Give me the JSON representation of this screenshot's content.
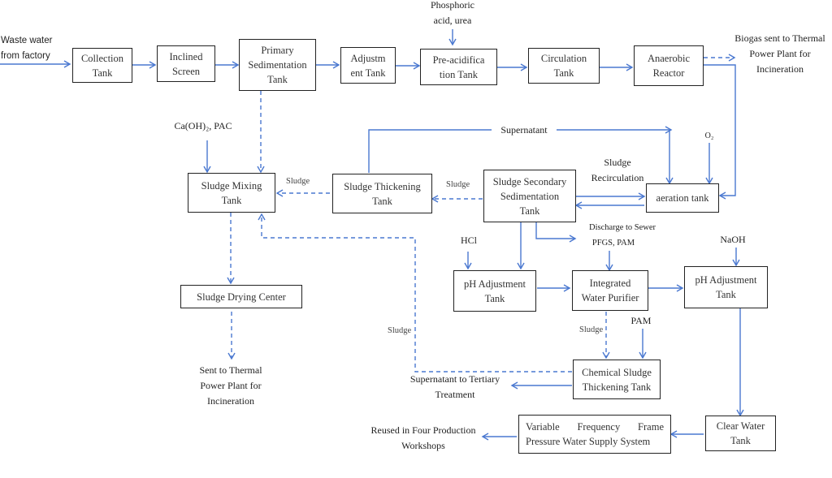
{
  "diagram": {
    "type": "process-flow",
    "nodes": {
      "collection_tank": "Collection\nTank",
      "inclined_screen": "Inclined\nScreen",
      "primary_sedimentation_tank": "Primary\nSedimentation\nTank",
      "adjustment_tank": "Adjustm\nent Tank",
      "pre_acidification_tank": "Pre-acidifica\ntion Tank",
      "circulation_tank": "Circulation\nTank",
      "anaerobic_reactor": "Anaerobic\nReactor",
      "sludge_mixing_tank": "Sludge Mixing\nTank",
      "sludge_thickening_tank": "Sludge Thickening\nTank",
      "sludge_secondary_sedimentation_tank": "Sludge Secondary\nSedimentation\nTank",
      "aeration_tank": "aeration tank",
      "sludge_drying_center": "Sludge Drying Center",
      "ph_adjustment_tank_1": "pH Adjustment\nTank",
      "integrated_water_purifier": "Integrated\nWater Purifier",
      "ph_adjustment_tank_2": "pH Adjustment\nTank",
      "chemical_sludge_thickening_tank": "Chemical Sludge\nThickening Tank",
      "clear_water_tank": "Clear Water\nTank",
      "vfd_water_supply_system": "Variable Frequency Frame Pressure Water Supply System"
    },
    "labels": {
      "waste_water_input": "Waste water\nfrom factory",
      "phosphoric_acid_urea": "Phosphoric\nacid, urea",
      "biogas_output": "Biogas sent to Thermal\nPower Plant for\nIncineration",
      "caoh2_pac": "Ca(OH)₂, PAC",
      "supernatant": "Supernatant",
      "o2": "O₂",
      "sludge_recirculation": "Sludge\nRecirculation",
      "sludge_1": "Sludge",
      "sludge_2": "Sludge",
      "sludge_3": "Sludge",
      "sludge_4": "Sludge",
      "hcl": "HCl",
      "discharge_to_sewer": "Discharge to Sewer",
      "pfgs_pam": "PFGS, PAM",
      "naoh": "NaOH",
      "pam": "PAM",
      "sludge_drying_output": "Sent to Thermal\nPower Plant for\nIncineration",
      "supernatant_tertiary": "Supernatant to Tertiary\nTreatment",
      "reused_output": "Reused in Four Production\nWorkshops"
    },
    "edges": [
      {
        "from": "waste_water_input",
        "to": "collection_tank",
        "style": "solid"
      },
      {
        "from": "collection_tank",
        "to": "inclined_screen",
        "style": "solid"
      },
      {
        "from": "inclined_screen",
        "to": "primary_sedimentation_tank",
        "style": "solid"
      },
      {
        "from": "primary_sedimentation_tank",
        "to": "adjustment_tank",
        "style": "solid"
      },
      {
        "from": "adjustment_tank",
        "to": "pre_acidification_tank",
        "style": "solid"
      },
      {
        "from": "phosphoric_acid_urea",
        "to": "pre_acidification_tank",
        "style": "solid"
      },
      {
        "from": "pre_acidification_tank",
        "to": "circulation_tank",
        "style": "solid"
      },
      {
        "from": "circulation_tank",
        "to": "anaerobic_reactor",
        "style": "solid"
      },
      {
        "from": "anaerobic_reactor",
        "to": "biogas_output",
        "style": "dashed"
      },
      {
        "from": "anaerobic_reactor",
        "to": "aeration_tank",
        "style": "solid"
      },
      {
        "from": "primary_sedimentation_tank",
        "to": "sludge_mixing_tank",
        "style": "dashed"
      },
      {
        "from": "caoh2_pac",
        "to": "sludge_mixing_tank",
        "style": "solid"
      },
      {
        "from": "sludge_thickening_tank",
        "to": "sludge_mixing_tank",
        "style": "dashed",
        "label": "Sludge"
      },
      {
        "from": "sludge_thickening_tank",
        "to": "aeration_tank",
        "style": "solid",
        "label": "Supernatant"
      },
      {
        "from": "o2",
        "to": "aeration_tank",
        "style": "solid"
      },
      {
        "from": "sludge_secondary_sedimentation_tank",
        "to": "sludge_thickening_tank",
        "style": "dashed",
        "label": "Sludge"
      },
      {
        "from": "sludge_secondary_sedimentation_tank",
        "to": "aeration_tank",
        "style": "solid",
        "label": "Sludge Recirculation"
      },
      {
        "from": "aeration_tank",
        "to": "sludge_secondary_sedimentation_tank",
        "style": "solid"
      },
      {
        "from": "sludge_secondary_sedimentation_tank",
        "to": "discharge_to_sewer",
        "style": "solid"
      },
      {
        "from": "sludge_secondary_sedimentation_tank",
        "to": "ph_adjustment_tank_1",
        "style": "solid"
      },
      {
        "from": "sludge_mixing_tank",
        "to": "sludge_drying_center",
        "style": "dashed"
      },
      {
        "from": "sludge_drying_center",
        "to": "sludge_drying_output",
        "style": "dashed"
      },
      {
        "from": "hcl",
        "to": "ph_adjustment_tank_1",
        "style": "solid"
      },
      {
        "from": "ph_adjustment_tank_1",
        "to": "integrated_water_purifier",
        "style": "solid"
      },
      {
        "from": "pfgs_pam",
        "to": "integrated_water_purifier",
        "style": "solid"
      },
      {
        "from": "integrated_water_purifier",
        "to": "ph_adjustment_tank_2",
        "style": "solid"
      },
      {
        "from": "naoh",
        "to": "ph_adjustment_tank_2",
        "style": "solid"
      },
      {
        "from": "integrated_water_purifier",
        "to": "chemical_sludge_thickening_tank",
        "style": "dashed",
        "label": "Sludge"
      },
      {
        "from": "pam",
        "to": "chemical_sludge_thickening_tank",
        "style": "solid"
      },
      {
        "from": "chemical_sludge_thickening_tank",
        "to": "sludge_mixing_tank",
        "style": "dashed",
        "label": "Sludge"
      },
      {
        "from": "chemical_sludge_thickening_tank",
        "to": "supernatant_tertiary",
        "style": "solid"
      },
      {
        "from": "ph_adjustment_tank_2",
        "to": "clear_water_tank",
        "style": "solid"
      },
      {
        "from": "clear_water_tank",
        "to": "vfd_water_supply_system",
        "style": "solid"
      },
      {
        "from": "vfd_water_supply_system",
        "to": "reused_output",
        "style": "solid"
      }
    ],
    "colors": {
      "arrow": "#4a78d0",
      "box_border": "#222222",
      "text": "#333333"
    }
  }
}
